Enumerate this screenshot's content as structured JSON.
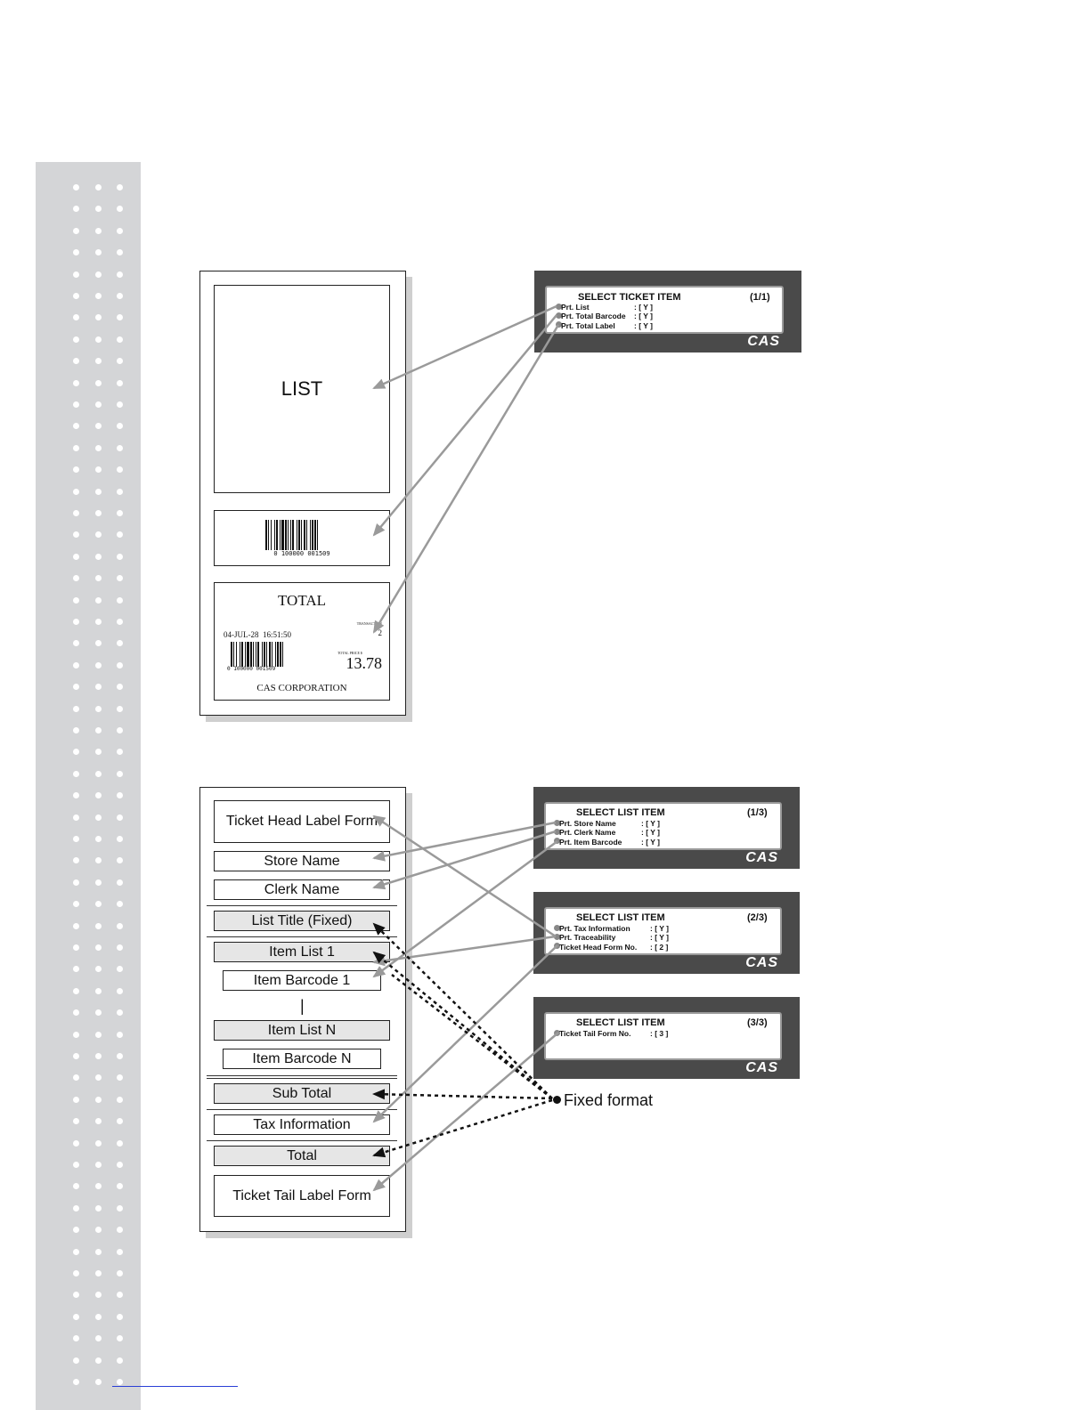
{
  "top_figure": {
    "list_label": "LIST",
    "barcode_number": "0 100000 001509",
    "total_label": {
      "title": "TOTAL",
      "datetime": "04-JUL-28  16:51:50",
      "transaction_label": "TRANSACTION",
      "transaction_value": "2",
      "barcode_number": "0 100000 001509",
      "price_label": "TOTAL PRICE $",
      "price_value": "13.78",
      "company": "CAS CORPORATION"
    },
    "lcd": {
      "title": "SELECT TICKET ITEM",
      "page": "(1/1)",
      "rows": [
        {
          "label": "Prt. List",
          "value": ": [ Y ]"
        },
        {
          "label": "Prt. Total Barcode",
          "value": ": [ Y ]"
        },
        {
          "label": "Prt. Total Label",
          "value": ": [ Y ]"
        }
      ],
      "logo": "CAS"
    }
  },
  "bottom_figure": {
    "boxes": [
      {
        "label": "Ticket Head Label Form",
        "fixed": false
      },
      {
        "label": "Store Name",
        "fixed": false
      },
      {
        "label": "Clerk Name",
        "fixed": false
      },
      {
        "label": "List Title (Fixed)",
        "fixed": true
      },
      {
        "label": "Item List 1",
        "fixed": true
      },
      {
        "label": "Item Barcode 1",
        "fixed": false
      },
      {
        "label": "|",
        "fixed": false
      },
      {
        "label": "Item List N",
        "fixed": true
      },
      {
        "label": "Item Barcode N",
        "fixed": false
      },
      {
        "label": "Sub Total",
        "fixed": true
      },
      {
        "label": "Tax Information",
        "fixed": false
      },
      {
        "label": "Total",
        "fixed": true
      },
      {
        "label": "Ticket Tail Label Form",
        "fixed": false
      }
    ],
    "lcds": [
      {
        "title": "SELECT LIST ITEM",
        "page": "(1/3)",
        "rows": [
          {
            "label": "Prt. Store Name",
            "value": ": [ Y ]"
          },
          {
            "label": "Prt. Clerk Name",
            "value": ": [ Y ]"
          },
          {
            "label": "Prt. Item Barcode",
            "value": ": [ Y ]"
          }
        ],
        "logo": "CAS"
      },
      {
        "title": "SELECT LIST ITEM",
        "page": "(2/3)",
        "rows": [
          {
            "label": "Prt. Tax Information",
            "value": ": [ Y ]"
          },
          {
            "label": "Prt. Traceability",
            "value": ": [ Y ]"
          },
          {
            "label": "Ticket Head Form No.",
            "value": ": [ 2 ]"
          }
        ],
        "logo": "CAS"
      },
      {
        "title": "SELECT LIST ITEM",
        "page": "(3/3)",
        "rows": [
          {
            "label": "Ticket Tail Form No.",
            "value": ": [ 3 ]"
          }
        ],
        "logo": "CAS"
      }
    ],
    "fixed_format_label": "Fixed format"
  }
}
